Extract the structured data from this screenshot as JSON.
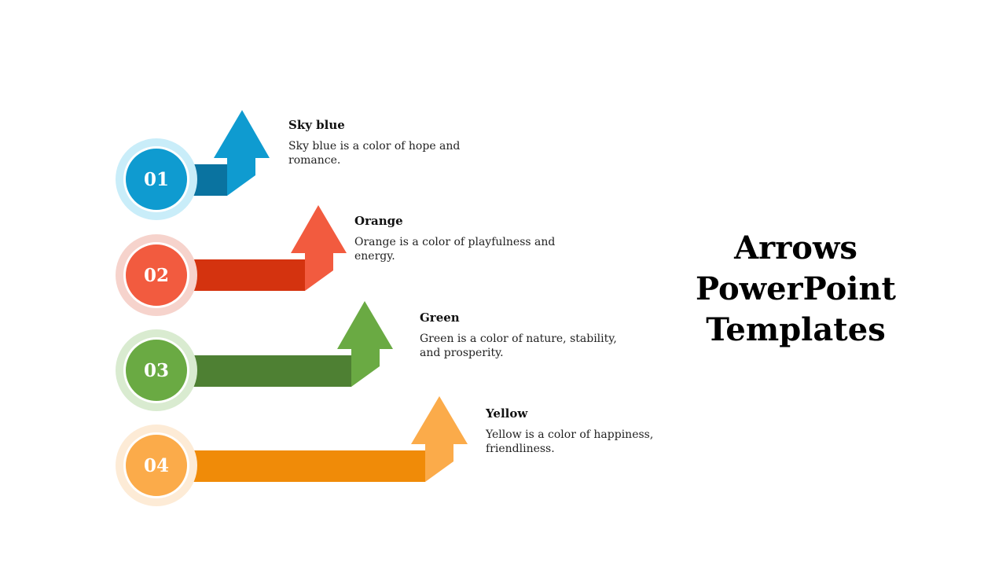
{
  "title_lines": [
    "Arrows",
    "PowerPoint",
    "Templates"
  ],
  "steps": [
    {
      "number": "01",
      "title": "Sky blue",
      "description": "Sky blue is a color of hope and romance.",
      "colors": {
        "ring": "#c9edf9",
        "disc": "#0f9bd0",
        "shaft": "#0a73a0",
        "head": "#0f9bd0"
      }
    },
    {
      "number": "02",
      "title": "Orange",
      "description": "Orange is a color of playfulness and energy.",
      "colors": {
        "ring": "#f6d3cc",
        "disc": "#f25b3f",
        "shaft": "#d4330f",
        "head": "#f25b3f"
      }
    },
    {
      "number": "03",
      "title": "Green",
      "description": "Green is a color of nature, stability, and prosperity.",
      "colors": {
        "ring": "#d9ebd0",
        "disc": "#6aaa43",
        "shaft": "#4e8033",
        "head": "#6aaa43"
      }
    },
    {
      "number": "04",
      "title": "Yellow",
      "description": "Yellow is a color of happiness, friendliness.",
      "colors": {
        "ring": "#fdebd6",
        "disc": "#fbab4a",
        "shaft": "#f08b08",
        "head": "#fbab4a"
      }
    }
  ]
}
